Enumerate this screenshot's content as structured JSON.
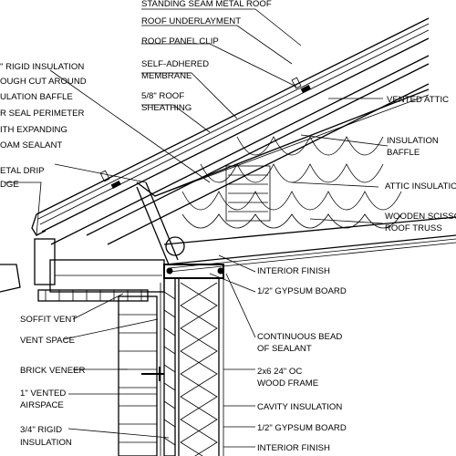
{
  "labels": {
    "standing_seam": "STANDING SEAM METAL ROOF",
    "roof_underlayment": "ROOF UNDERLAYMENT",
    "roof_panel_clip": "ROOF PANEL CLIP",
    "self_adhered_1": "SELF-ADHERED",
    "self_adhered_2": "MEMBRANE",
    "roof_sheathing_1": "5/8\" ROOF",
    "roof_sheathing_2": "SHEATHING",
    "vented_attic": "VENTED ATTIC",
    "insulation_baffle_1": "INSULATION",
    "insulation_baffle_2": "BAFFLE",
    "attic_insulation": "ATTIC INSULATION",
    "scissor_truss_1": "WOODEN SCISSOR",
    "scissor_truss_2": "ROOF TRUSS",
    "interior_finish_top": "INTERIOR FINISH",
    "gypsum_top": "1/2\" GYPSUM BOARD",
    "bead_1": "CONTINUOUS BEAD",
    "bead_2": "OF SEALANT",
    "wood_frame_1": "2x6 24\" OC",
    "wood_frame_2": "WOOD FRAME",
    "cavity_insulation": "CAVITY INSULATION",
    "gypsum_bottom": "1/2\" GYPSUM BOARD",
    "interior_finish_bottom": "INTERIOR FINISH",
    "rigid_left_1": "\" RIGID INSULATION",
    "rigid_left_2": "OUGH CUT AROUND",
    "rigid_left_3": "ULATION BAFFLE",
    "rigid_left_4": "R SEAL PERIMETER",
    "rigid_left_5": "ITH EXPANDING",
    "rigid_left_6": "OAM SEALANT",
    "drip_1": "ETAL DRIP",
    "drip_2": "DGE",
    "soffit_vent": "SOFFIT VENT",
    "vent_space": "VENT SPACE",
    "brick_veneer": "BRICK VENEER",
    "airspace_1": "1\" VENTED",
    "airspace_2": "AIRSPACE",
    "rigid_bottom_1": "3/4\" RIGID",
    "rigid_bottom_2": "INSULATION"
  },
  "colors": {
    "line": "#000000",
    "background": "#ffffff"
  }
}
